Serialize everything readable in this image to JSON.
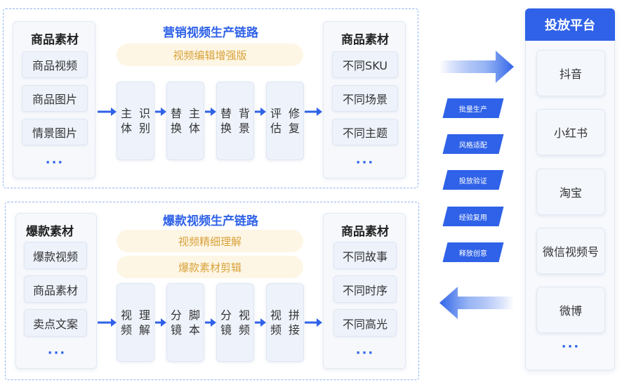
{
  "top": {
    "title": "营销视频生产链路",
    "pills": [
      "视频编辑增强版"
    ],
    "input": {
      "title": "商品素材",
      "items": [
        "商品视频",
        "商品图片",
        "情景图片"
      ],
      "more": "···"
    },
    "steps": [
      [
        "主体",
        "识别"
      ],
      [
        "替换",
        "主体"
      ],
      [
        "替换",
        "背景"
      ],
      [
        "评估",
        "修复"
      ]
    ],
    "output": {
      "title": "商品素材",
      "items": [
        "不同SKU",
        "不同场景",
        "不同主题"
      ],
      "more": "···"
    }
  },
  "bottom": {
    "title": "爆款视频生产链路",
    "pills": [
      "视频精细理解",
      "爆款素材剪辑"
    ],
    "input": {
      "title": "爆款素材",
      "items": [
        "爆款视频",
        "商品素材",
        "卖点文案"
      ],
      "more": "···"
    },
    "steps": [
      [
        "视频",
        "理解"
      ],
      [
        "分镜",
        "脚本"
      ],
      [
        "分镜",
        "视频"
      ],
      [
        "视频",
        "拼接"
      ]
    ],
    "output": {
      "title": "商品素材",
      "items": [
        "不同故事",
        "不同时序",
        "不同高光"
      ],
      "more": "···"
    }
  },
  "middle_tags": [
    "批量生产",
    "风格适配",
    "投放验证",
    "经验复用",
    "释放创意"
  ],
  "platform": {
    "title": "投放平台",
    "items": [
      "抖音",
      "小红书",
      "淘宝",
      "微信视频号",
      "微博"
    ],
    "more": "···"
  },
  "colors": {
    "accent": "#2f62e8",
    "pill_text": "#d9a23b",
    "pill_bg": "#fdf6e5"
  }
}
